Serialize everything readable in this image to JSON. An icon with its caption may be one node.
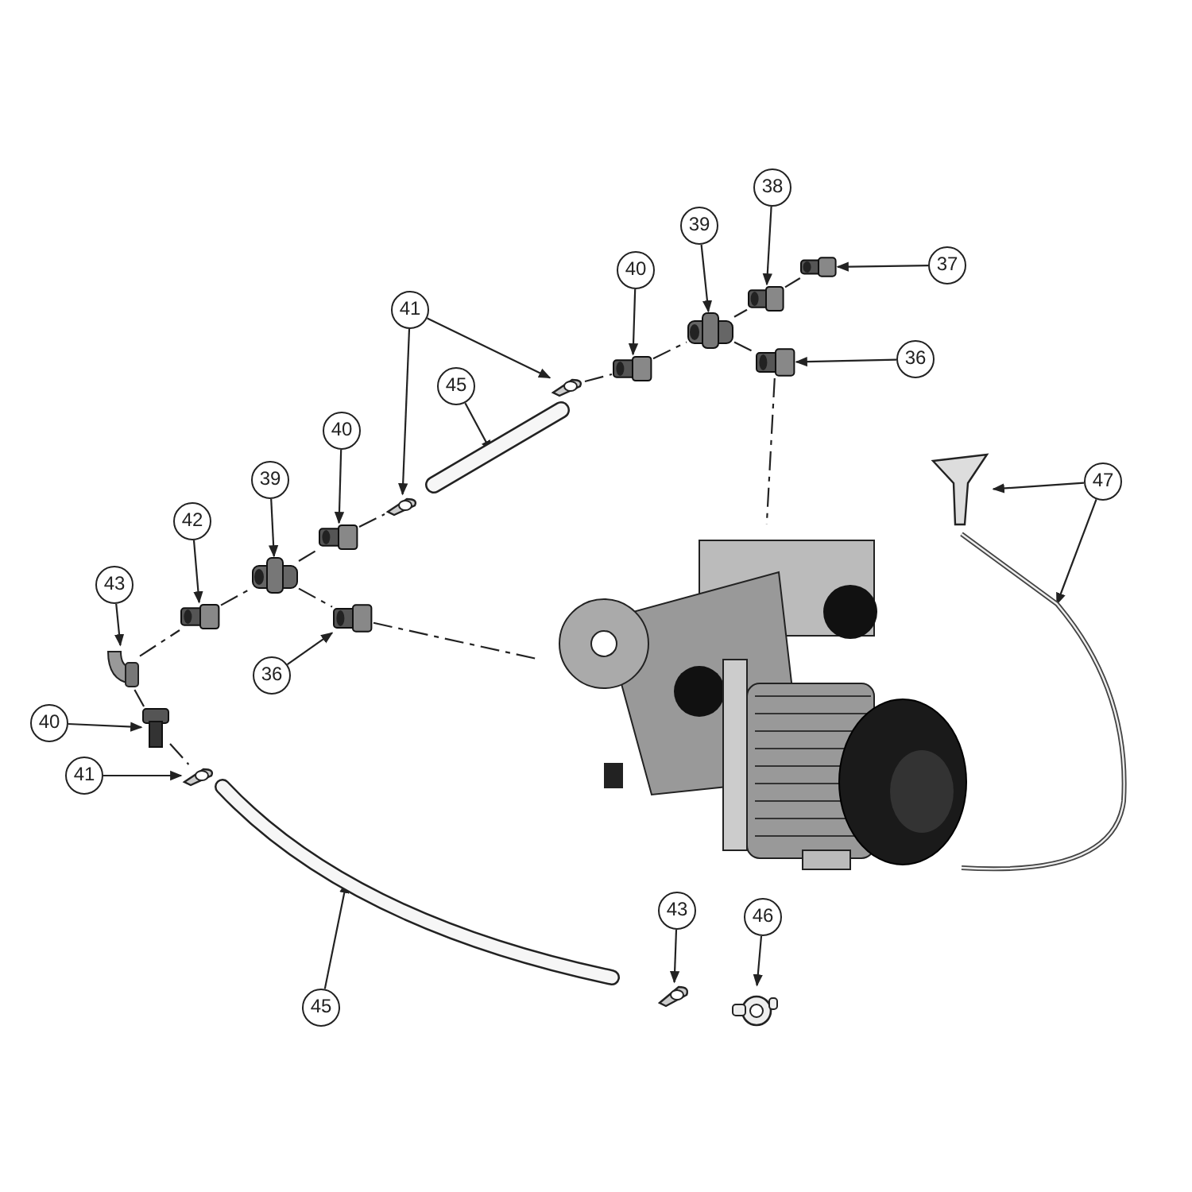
{
  "diagram": {
    "nodes": [
      {
        "text": [
          "38"
        ]
      },
      {
        "text": [],
        "shape": "picture"
      },
      {
        "text": [
          "39"
        ]
      },
      {
        "text": [],
        "shape": "picture"
      },
      {
        "text": [
          "40"
        ]
      },
      {
        "text": [],
        "shape": "picture"
      },
      {
        "text": [
          "37"
        ]
      },
      {
        "text": [],
        "shape": "picture"
      },
      {
        "text": [
          "41"
        ]
      },
      {
        "text": [],
        "shape": "picture"
      },
      {
        "text": [],
        "shape": "picture"
      },
      {
        "text": [
          "36"
        ]
      },
      {
        "text": [],
        "shape": "picture"
      },
      {
        "text": [
          "45"
        ]
      },
      {
        "text": [],
        "shape": "picture"
      },
      {
        "text": [
          "40"
        ]
      },
      {
        "text": [],
        "shape": "picture"
      },
      {
        "text": [
          "47"
        ]
      },
      {
        "text": [],
        "shape": "picture"
      },
      {
        "text": [],
        "shape": "picture"
      },
      {
        "text": [
          "39"
        ]
      },
      {
        "text": [],
        "shape": "picture"
      },
      {
        "text": [
          "42"
        ]
      },
      {
        "text": [],
        "shape": "picture"
      },
      {
        "text": [
          "43"
        ]
      },
      {
        "text": [],
        "shape": "picture"
      },
      {
        "text": [],
        "shape": "picture"
      },
      {
        "text": [
          "36"
        ]
      },
      {
        "text": [],
        "shape": "picture"
      },
      {
        "text": [
          "40"
        ]
      },
      {
        "text": [],
        "shape": "picture"
      },
      {
        "text": [
          "41"
        ]
      },
      {
        "text": [],
        "shape": "picture"
      },
      {
        "text": [
          "43"
        ]
      },
      {
        "text": [],
        "shape": "picture"
      },
      {
        "text": [
          "46"
        ]
      },
      {
        "text": [],
        "shape": "picture"
      },
      {
        "text": [
          "45"
        ]
      },
      {
        "text": [],
        "shape": "picture"
      }
    ],
    "edges": [
      {
        "from": 0,
        "to": 1,
        "arrow": "to"
      },
      {
        "from": 2,
        "to": 3,
        "arrow": "to"
      },
      {
        "from": 4,
        "to": 5,
        "arrow": "to"
      },
      {
        "from": 6,
        "to": 7,
        "arrow": "to"
      },
      {
        "from": 8,
        "to": 9,
        "arrow": "to"
      },
      {
        "from": 8,
        "to": 10,
        "arrow": "to"
      },
      {
        "from": 11,
        "to": 12,
        "arrow": "to"
      },
      {
        "from": 13,
        "to": 14,
        "arrow": "to"
      },
      {
        "from": 15,
        "to": 16,
        "arrow": "to"
      },
      {
        "from": 17,
        "to": 18,
        "arrow": "to"
      },
      {
        "from": 17,
        "to": 19,
        "arrow": "to"
      },
      {
        "from": 20,
        "to": 21,
        "arrow": "to"
      },
      {
        "from": 22,
        "to": 23,
        "arrow": "to"
      },
      {
        "from": 24,
        "to": 25,
        "arrow": "to"
      },
      {
        "from": 27,
        "to": 28,
        "arrow": "to"
      },
      {
        "from": 29,
        "to": 30,
        "arrow": "to"
      },
      {
        "from": 31,
        "to": 32,
        "arrow": "to"
      },
      {
        "from": 33,
        "to": 34,
        "arrow": "to"
      },
      {
        "from": 35,
        "to": 36,
        "arrow": "to"
      },
      {
        "from": 37,
        "to": 38,
        "arrow": "to"
      },
      {
        "from": 25,
        "to": 23,
        "arrow": "none",
        "style": "dashed"
      },
      {
        "from": 23,
        "to": 21,
        "arrow": "none",
        "style": "dashed"
      },
      {
        "from": 21,
        "to": 16,
        "arrow": "none",
        "style": "dashed"
      },
      {
        "from": 16,
        "to": 10,
        "arrow": "none",
        "style": "dashed"
      },
      {
        "from": 21,
        "to": 28,
        "arrow": "none",
        "style": "dashed"
      },
      {
        "from": 28,
        "to": 26,
        "arrow": "none",
        "style": "dashed"
      },
      {
        "from": 25,
        "to": 30,
        "arrow": "none",
        "style": "dashed"
      },
      {
        "from": 30,
        "to": 32,
        "arrow": "none",
        "style": "dashed"
      },
      {
        "from": 9,
        "to": 5,
        "arrow": "none",
        "style": "dashed"
      },
      {
        "from": 5,
        "to": 3,
        "arrow": "none",
        "style": "dashed"
      },
      {
        "from": 3,
        "to": 1,
        "arrow": "none",
        "style": "dashed"
      },
      {
        "from": 1,
        "to": 7,
        "arrow": "none",
        "style": "dashed"
      },
      {
        "from": 3,
        "to": 12,
        "arrow": "none",
        "style": "dashed"
      },
      {
        "from": 12,
        "to": 26,
        "arrow": "none",
        "style": "dashed"
      }
    ]
  }
}
